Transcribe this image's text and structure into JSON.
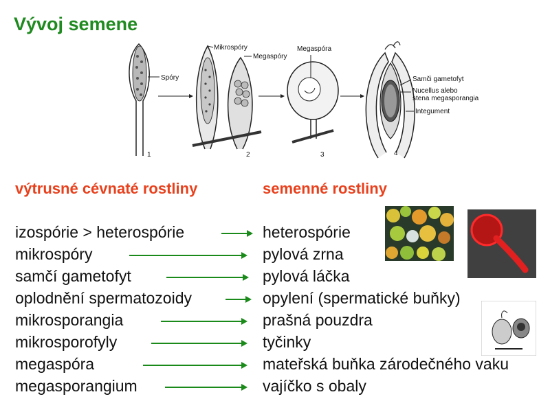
{
  "title": "Vývoj semene",
  "figure": {
    "labels": {
      "spory": "Spóry",
      "mikrospory": "Mikrospóry",
      "megaspory": "Megaspóry",
      "megaspora": "Megaspóra",
      "samci_gametofyt": "Samči gametofyt",
      "nucellus": "Nucellus alebo",
      "stena": "stena megasporangia",
      "integument": "Integument",
      "n1": "1",
      "n2": "2",
      "n3": "3",
      "n4": "4"
    }
  },
  "headers": {
    "left": "výtrusné cévnaté rostliny",
    "right": "semenné rostliny"
  },
  "rows": [
    {
      "left": "izospórie > heterospórie",
      "right": "heterospórie"
    },
    {
      "left": "mikrospóry",
      "right": "pylová zrna"
    },
    {
      "left": "samčí gametofyt",
      "right": "pylová láčka"
    },
    {
      "left": "oplodnění spermatozoidy",
      "right": "opylení (spermatické buňky)"
    },
    {
      "left": "mikrosporangia",
      "right": "prašná pouzdra"
    },
    {
      "left": "mikrosporofyly",
      "right": "tyčinky"
    },
    {
      "left": "megaspóra",
      "right": "mateřská buňka zárodečného vaku"
    },
    {
      "left": "megasporangium",
      "right": "vajíčko s obaly"
    }
  ],
  "colors": {
    "title": "#1f8a1f",
    "header": "#e8401c",
    "arrow": "#1a8a1a"
  }
}
